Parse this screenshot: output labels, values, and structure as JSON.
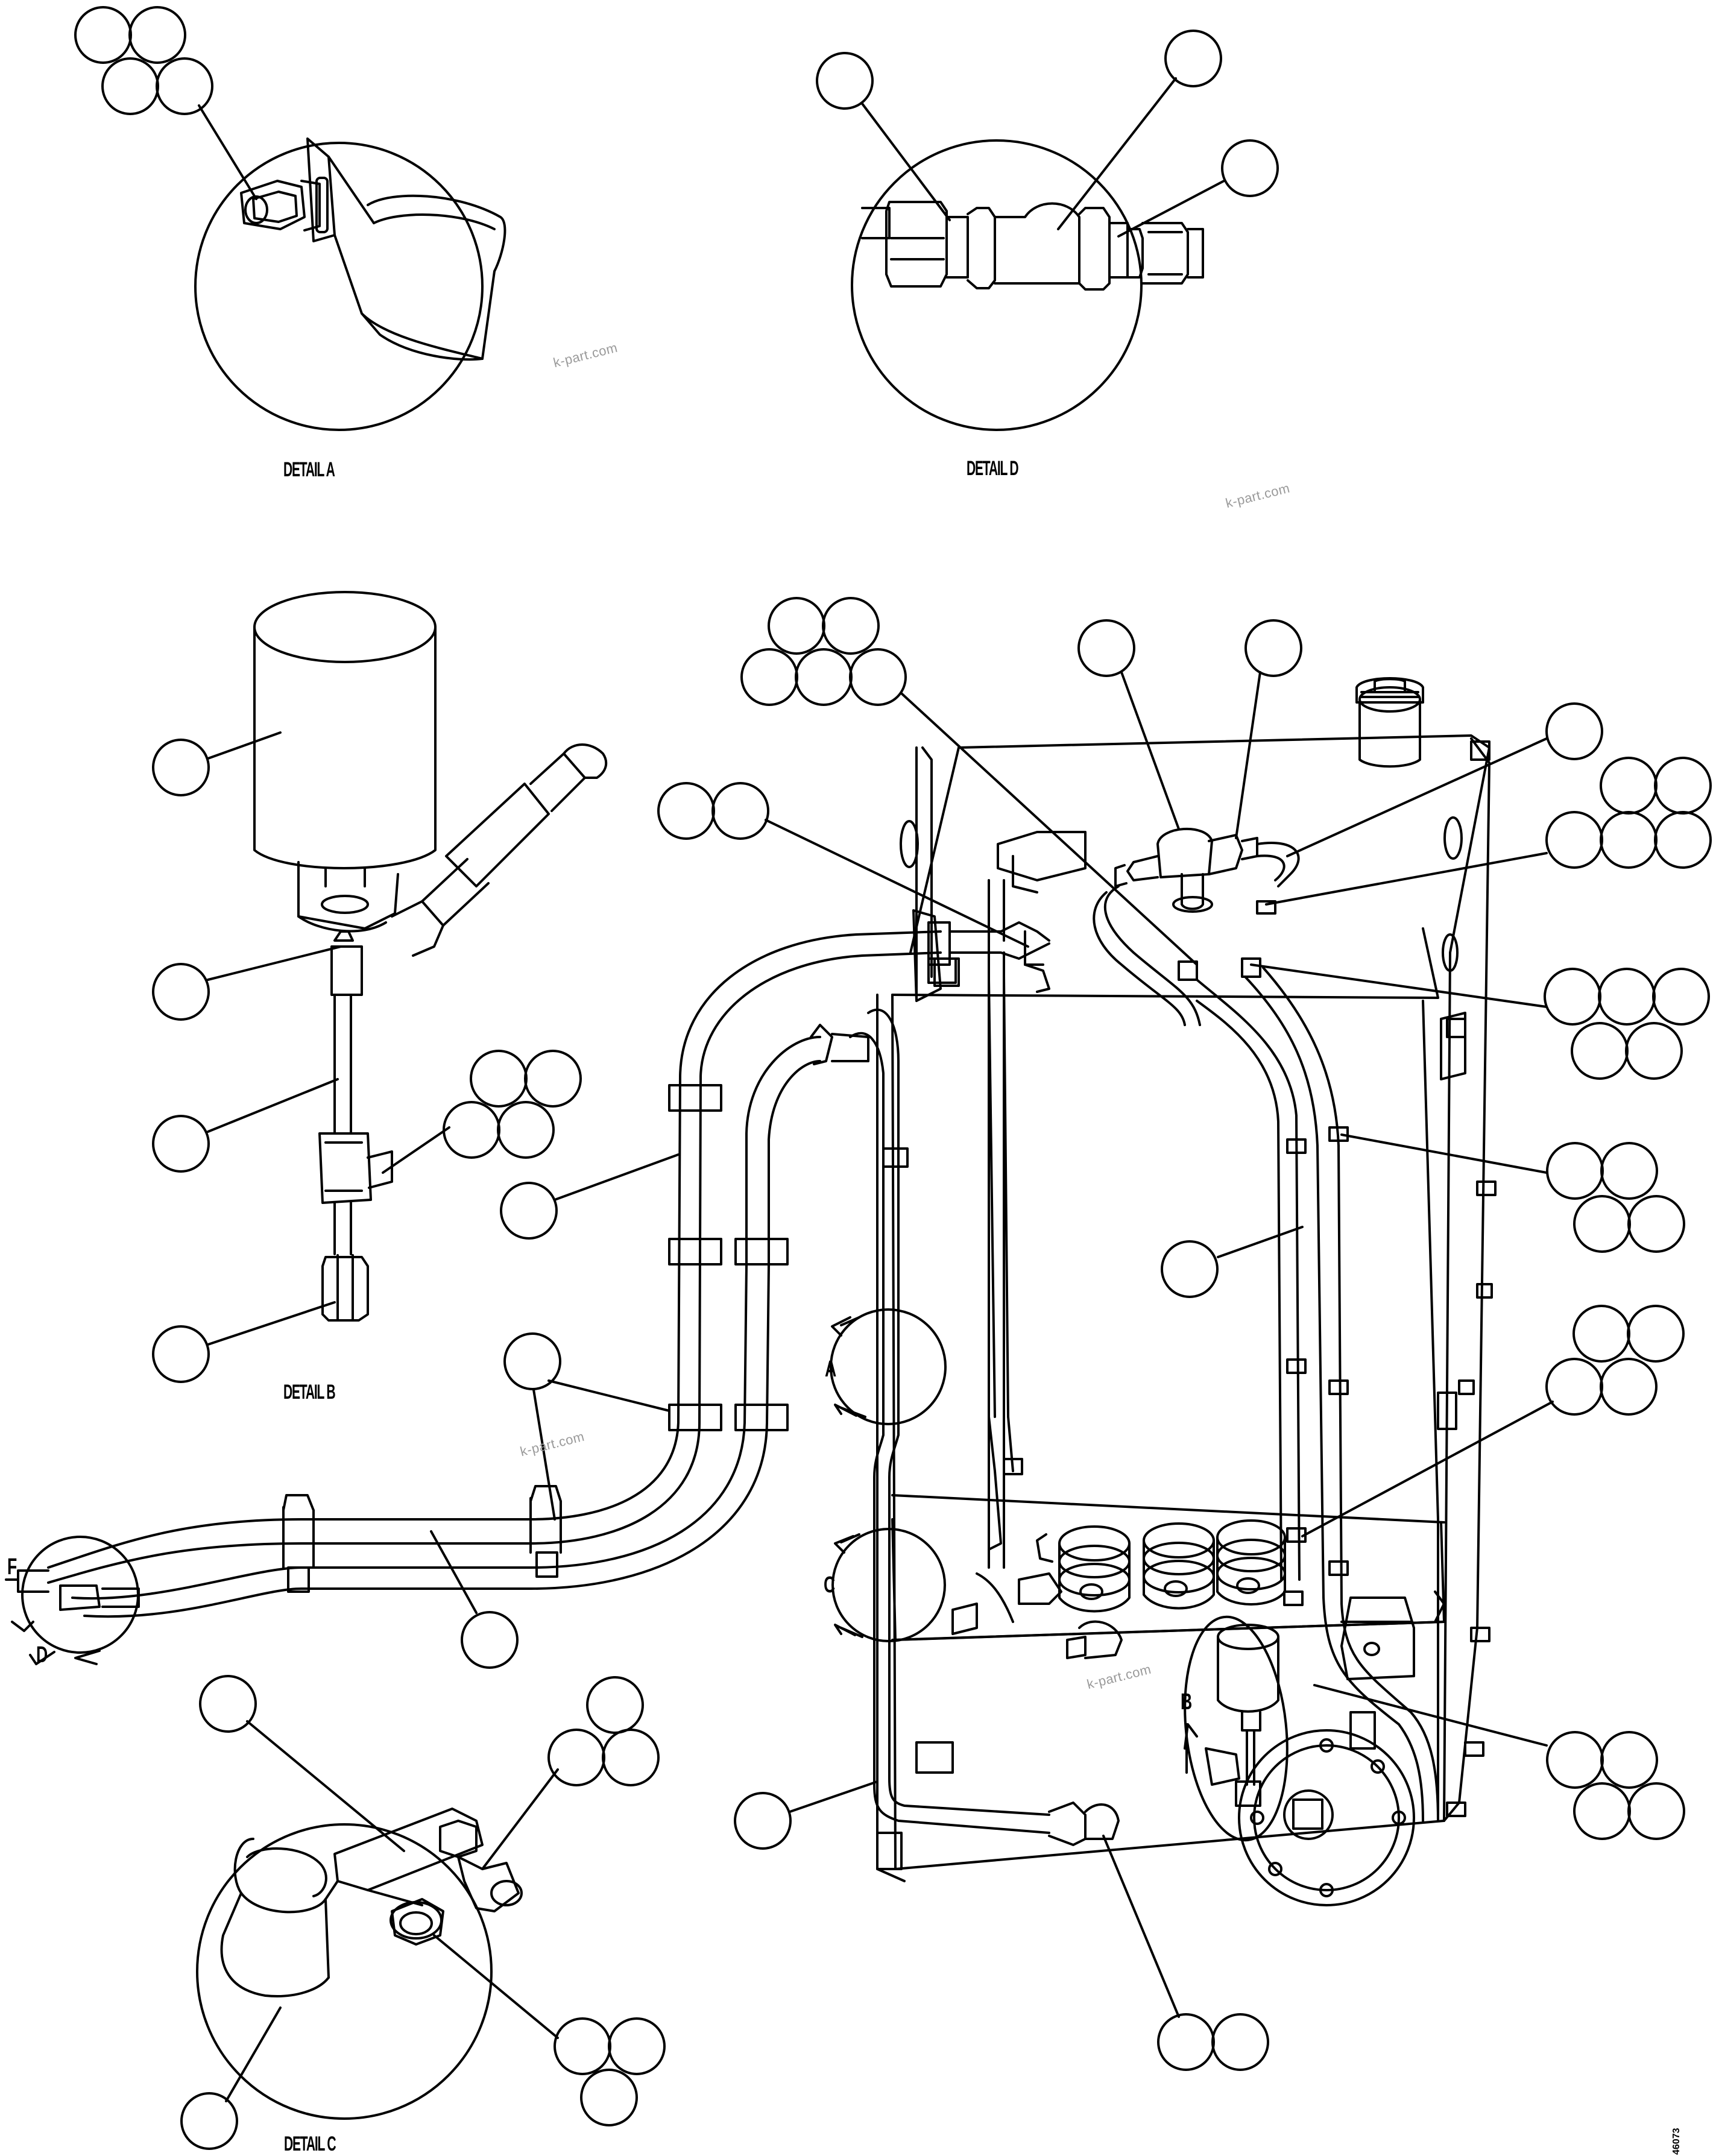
{
  "details": {
    "a": "DETAIL A",
    "b": "DETAIL B",
    "c": "DETAIL C",
    "d": "DETAIL D"
  },
  "view_letters": {
    "a": "A",
    "b": "B",
    "c": "C",
    "d": "D",
    "f": "F"
  },
  "watermarks": [
    "k-part.com",
    "k-part.com",
    "k-part.com",
    "k-part.com"
  ],
  "figure_number": "46073"
}
